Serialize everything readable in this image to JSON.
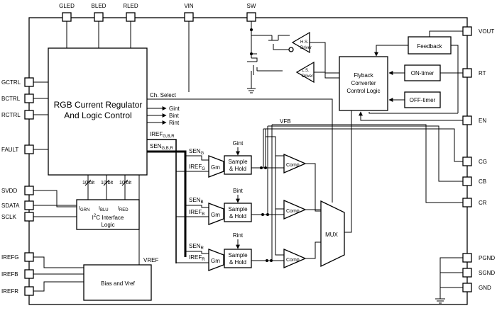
{
  "pins_top": [
    "GLED",
    "BLED",
    "RLED",
    "VIN",
    "SW"
  ],
  "pins_left": [
    "GCTRL",
    "BCTRL",
    "RCTRL",
    "FAULT",
    "SVDD",
    "SDATA",
    "SCLK",
    "IREFG",
    "IREFB",
    "IREFR"
  ],
  "pins_right": [
    "VOUT",
    "RT",
    "EN",
    "CG",
    "CB",
    "CR",
    "PGND",
    "SGND",
    "GND"
  ],
  "rgb_block": {
    "line1": "RGB Current Regulator",
    "line2": "And Logic Control"
  },
  "signals": {
    "ch_select": "Ch. Select",
    "gint": "Gint",
    "bint": "Bint",
    "rint": "Rint",
    "iref_main": "IREF",
    "iref_sub": "G,B,R",
    "sen_main": "SEN",
    "sen_sub": "G,B,R",
    "vfb": "VFB",
    "vref": "VREF"
  },
  "dac_labels": [
    "10 bit",
    "10 bit",
    "10 bit"
  ],
  "i2c": {
    "i_grn": "GRN",
    "i_blu": "BLU",
    "i_red": "RED",
    "i_prefix": "I",
    "line1_pre": "I",
    "line1_sup": "2",
    "line1_post": "C Interface",
    "line2": "Logic"
  },
  "bias_block": "Bias and Vref",
  "channels": [
    {
      "sen": "SEN",
      "sen_sub": "G",
      "iref": "IREF",
      "iref_sub": "G",
      "int": "Gint"
    },
    {
      "sen": "SEN",
      "sen_sub": "B",
      "iref": "IREF",
      "iref_sub": "B",
      "int": "Bint"
    },
    {
      "sen": "SEN",
      "sen_sub": "R",
      "iref": "IREF",
      "iref_sub": "R",
      "int": "Rint"
    }
  ],
  "gm_label": "Gm",
  "sh_line1": "Sample",
  "sh_line2": "& Hold",
  "comp_label": "Comp",
  "mux_label": "MUX",
  "flyback": {
    "line1": "Flyback",
    "line2": "Converter",
    "line3": "Control Logic"
  },
  "feedback": "Feedback",
  "on_timer": "ON-timer",
  "off_timer": "OFF-timer",
  "hs_driver": {
    "line1": "H.S.",
    "line2": "Driver"
  },
  "ls_driver": {
    "line1": "L.S.",
    "line2": "Driver"
  }
}
